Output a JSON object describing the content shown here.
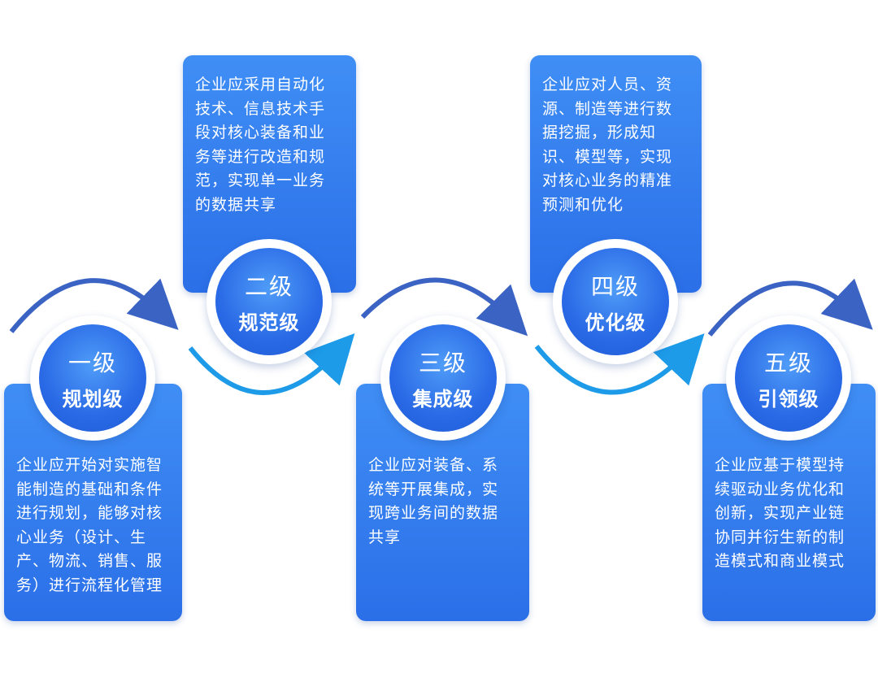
{
  "colors": {
    "card": "#2b6fe8",
    "arc_dark": "#3a63c4",
    "arc_light": "#1d9be8"
  },
  "stages": [
    {
      "level": "一级",
      "name": "规划级",
      "lines": [
        "企业应开始对实施智",
        "能制造的基础和条件",
        "进行规划，能够对核",
        "心业务（设计、生",
        "产、物流、销售、服",
        "务）进行流程化管理"
      ]
    },
    {
      "level": "二级",
      "name": "规范级",
      "lines": [
        "企业应采用自动化",
        "技术、信息技术手",
        "段对核心装备和业",
        "务等进行改造和规",
        "范，实现单一业务",
        "的数据共享"
      ]
    },
    {
      "level": "三级",
      "name": "集成级",
      "lines": [
        "企业应对装备、系",
        "统等开展集成，实",
        "现跨业务间的数据",
        "共享"
      ]
    },
    {
      "level": "四级",
      "name": "优化级",
      "lines": [
        "企业应对人员、资",
        "源、制造等进行数",
        "据挖掘，形成知",
        "识、模型等，实现",
        "对核心业务的精准",
        "预测和优化"
      ]
    },
    {
      "level": "五级",
      "name": "引领级",
      "lines": [
        "企业应基于模型持",
        "续驱动业务优化和",
        "创新，实现产业链",
        "协同并衍生新的制",
        "造模式和商业模式"
      ]
    }
  ]
}
